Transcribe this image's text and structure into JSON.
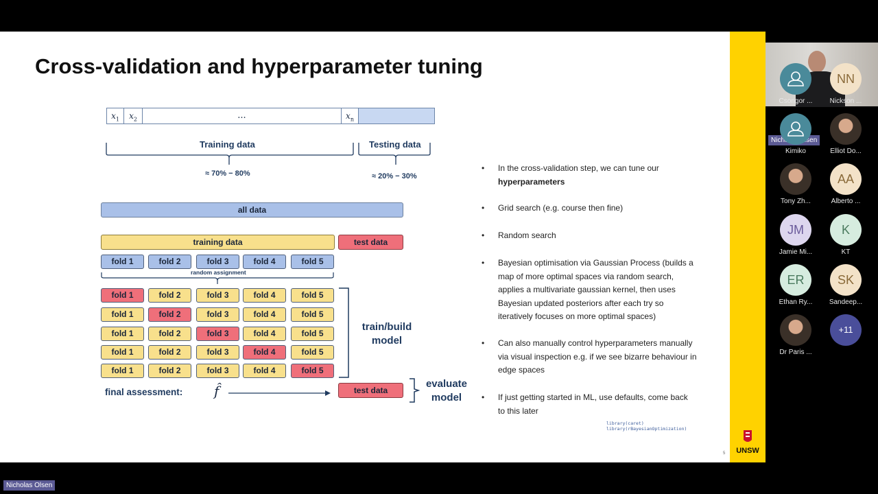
{
  "slide": {
    "title": "Cross-validation and hyperparameter tuning",
    "page_number": "5",
    "diagram": {
      "x_cells": [
        {
          "base": "x",
          "sub": "1"
        },
        {
          "base": "x",
          "sub": "2"
        },
        {
          "base": "...",
          "sub": ""
        },
        {
          "base": "x",
          "sub": "n"
        }
      ],
      "training_label": "Training data",
      "testing_label": "Testing data",
      "training_pct": "≈ 70% − 80%",
      "testing_pct": "≈ 20% − 30%",
      "all_data": "all data",
      "training_data": "training data",
      "test_data": "test data",
      "folds": [
        "fold 1",
        "fold 2",
        "fold 3",
        "fold 4",
        "fold 5"
      ],
      "random_assignment": "random assignment",
      "train_build_label": "train/build model",
      "final_assessment": "final assessment:",
      "f_hat": "f̂",
      "evaluate_label": "evaluate model"
    },
    "bullets": [
      {
        "text": "In the cross-validation step, we can tune our ",
        "bold": "hyperparameters"
      },
      {
        "text": "Grid search (e.g. course then fine)",
        "bold": ""
      },
      {
        "text": "Random search",
        "bold": ""
      },
      {
        "text": "Bayesian optimisation via Gaussian Process (builds a map of more optimal spaces via random search, applies a multivariate gaussian kernel, then uses Bayesian updated posteriors after each try so iteratively focuses on more optimal spaces)",
        "bold": ""
      },
      {
        "text": "Can also manually control hyperparameters manually via visual inspection e.g. if we see bizarre behaviour in edge spaces",
        "bold": ""
      },
      {
        "text": "If just getting started in ML, use defaults, come back to this later",
        "bold": ""
      }
    ],
    "code_lines": [
      "library(caret)",
      "library(rBayesianOptimization)"
    ],
    "logo_text": "UNSW"
  },
  "video": {
    "speaker_name": "Nicholas Olsen",
    "bottom_name": "Nicholas Olsen"
  },
  "participants": [
    {
      "initials": "",
      "name": "Csongor ...",
      "kind": "person-icon"
    },
    {
      "initials": "NN",
      "name": "Nickson ...",
      "kind": "initials"
    },
    {
      "initials": "",
      "name": "Kimiko",
      "kind": "person-icon"
    },
    {
      "initials": "",
      "name": "Elliot Do...",
      "kind": "photo"
    },
    {
      "initials": "",
      "name": "Tony Zh...",
      "kind": "photo"
    },
    {
      "initials": "AA",
      "name": "Alberto ...",
      "kind": "initials"
    },
    {
      "initials": "JM",
      "name": "Jamie Mi...",
      "kind": "initials"
    },
    {
      "initials": "K",
      "name": "KT",
      "kind": "initials"
    },
    {
      "initials": "ER",
      "name": "Ethan Ry...",
      "kind": "initials"
    },
    {
      "initials": "SK",
      "name": "Sandeep...",
      "kind": "initials"
    },
    {
      "initials": "",
      "name": "Dr Paris ...",
      "kind": "photo"
    },
    {
      "initials": "+11",
      "name": "",
      "kind": "more"
    }
  ],
  "colors": {
    "fold_blue": "#a9c0e8",
    "fold_yellow": "#f8e08c",
    "fold_red": "#ef6f7a",
    "unsw_yellow": "#ffd200",
    "name_tag": "#5b5a94"
  }
}
